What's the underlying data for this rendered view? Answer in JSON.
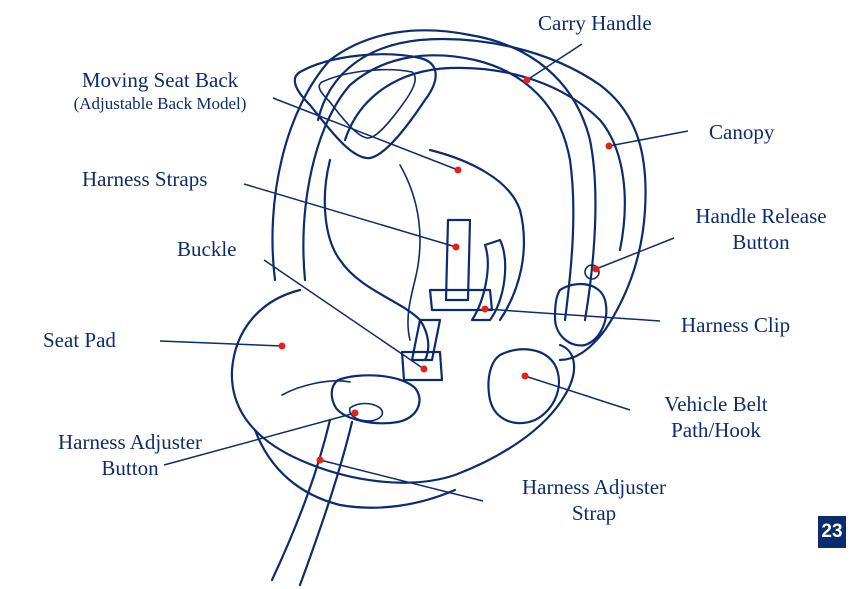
{
  "labels": {
    "carry_handle": "Carry Handle",
    "moving_seat_back": "Moving Seat Back",
    "moving_seat_back_note": "(Adjustable Back Model)",
    "canopy": "Canopy",
    "harness_straps": "Harness Straps",
    "handle_release_l1": "Handle Release",
    "handle_release_l2": "Button",
    "buckle": "Buckle",
    "harness_clip": "Harness Clip",
    "seat_pad": "Seat Pad",
    "vehicle_belt_l1": "Vehicle Belt",
    "vehicle_belt_l2": "Path/Hook",
    "harness_adjuster_button_l1": "Harness Adjuster",
    "harness_adjuster_button_l2": "Button",
    "harness_adjuster_strap_l1": "Harness Adjuster",
    "harness_adjuster_strap_l2": "Strap"
  },
  "page_number": "23",
  "colors": {
    "ink": "#0c2c6e",
    "marker": "#e2231a"
  }
}
